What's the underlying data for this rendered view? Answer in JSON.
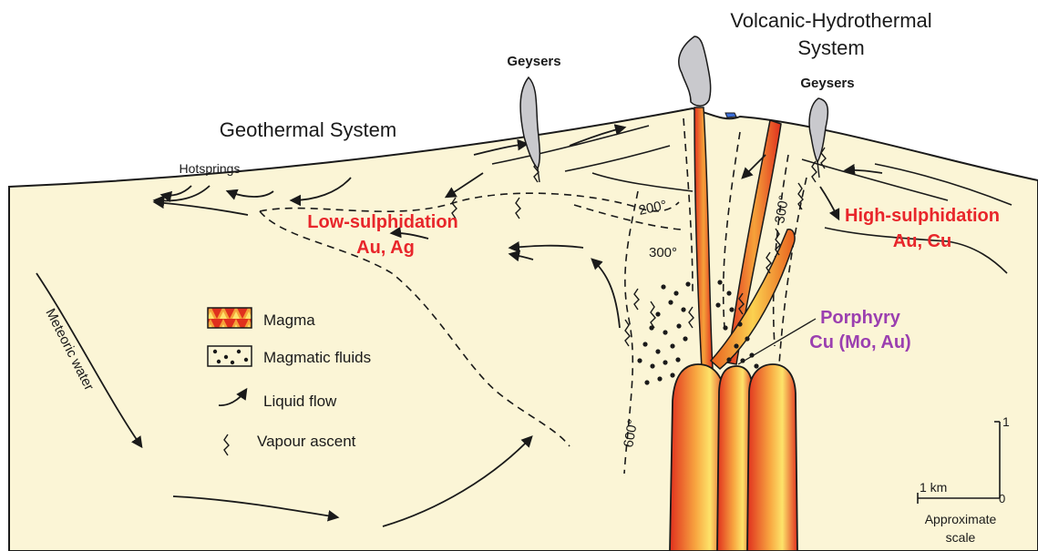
{
  "titles": {
    "volcanic_line1": "Volcanic-Hydrothermal",
    "volcanic_line2": "System",
    "geothermal": "Geothermal System"
  },
  "features": {
    "geysers_left": "Geysers",
    "geysers_right": "Geysers",
    "hotsprings": "Hotsprings"
  },
  "deposits": {
    "low_line1": "Low-sulphidation",
    "low_line2": "Au, Ag",
    "high_line1": "High-sulphidation",
    "high_line2": "Au, Cu",
    "porphyry_line1": "Porphyry",
    "porphyry_line2": "Cu (Mo, Au)"
  },
  "isotherms": {
    "t200": "200°",
    "t300_left": "300°",
    "t300_right": "300°",
    "t600": "600°"
  },
  "side_label": "Meteoric water",
  "legend": {
    "magma": "Magma",
    "magmatic_fluids": "Magmatic fluids",
    "liquid_flow": "Liquid flow",
    "vapour_ascent": "Vapour ascent"
  },
  "scale": {
    "horizontal": "1 km",
    "zero": "0",
    "vertical": "1",
    "caption_line1": "Approximate",
    "caption_line2": "scale"
  },
  "colors": {
    "ground": "#fbf5d6",
    "outline": "#1a1a1a",
    "deposit_red": "#e8262b",
    "porphyry_purple": "#9b3fb0",
    "plume_grey": "#c9c9cd",
    "lake_blue": "#3c6fd8",
    "magma_dark": "#e0301e",
    "magma_mid": "#f5821f",
    "magma_light": "#fde36a"
  }
}
